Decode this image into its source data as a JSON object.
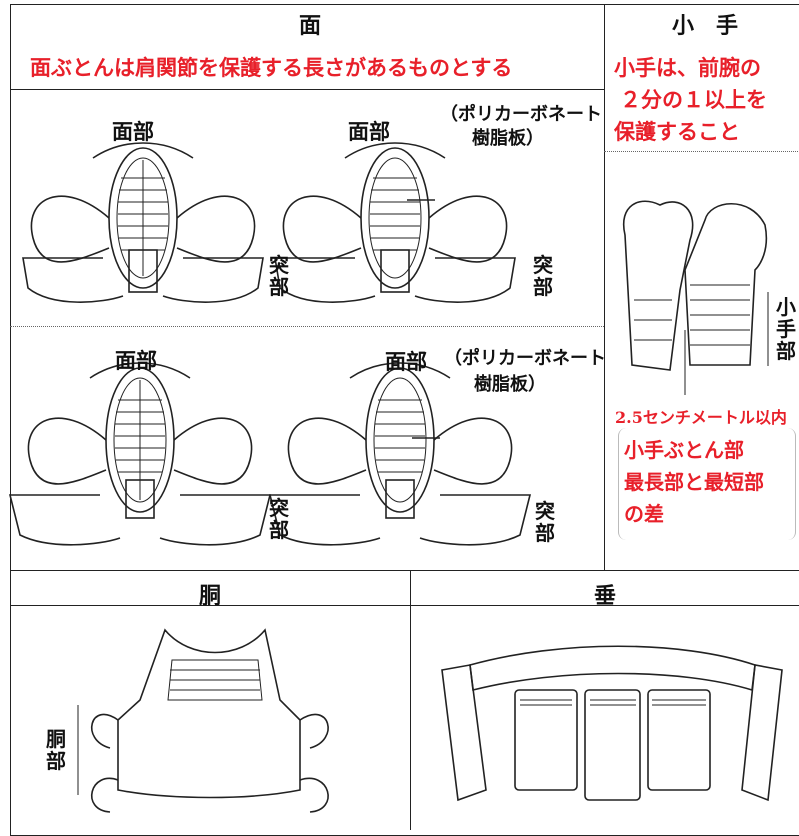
{
  "men": {
    "title": "面",
    "rule": "面ぶとんは肩関節を保護する長さがあるものとする",
    "label_menbu": "面部",
    "label_tsukibu": "突部",
    "label_poly_line1": "（ポリカーボネート",
    "label_poly_line2": "樹脂板）"
  },
  "kote": {
    "title": "小　手",
    "rule_line1": "小手は、前腕の",
    "rule_line2": "２分の１以上を",
    "rule_line3": "保護すること",
    "label_kotebu": "小手部",
    "measure": "2.5センチメートル以内",
    "note_line1": "小手ぶとん部",
    "note_line2": "最長部と最短部",
    "note_line3": "の差"
  },
  "do": {
    "title": "胴",
    "label_dobu": "胴部"
  },
  "tare": {
    "title": "垂"
  },
  "colors": {
    "accent_red": "#e8202a",
    "line": "#222222"
  }
}
